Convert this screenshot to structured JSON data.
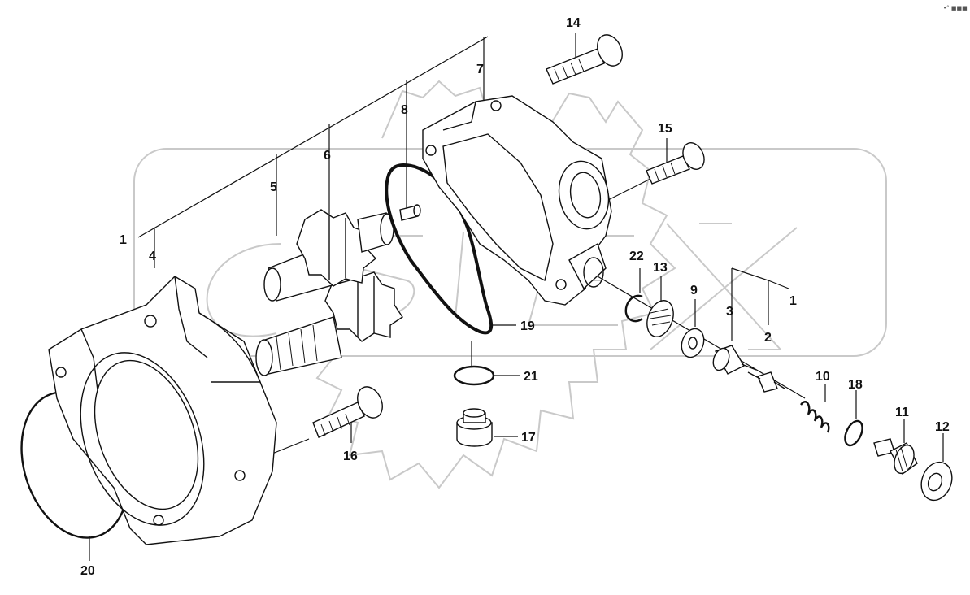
{
  "corner_mark": "•° ■■■",
  "watermark": "CSIEX",
  "callouts": {
    "c1a": "1",
    "c1b": "1",
    "c2": "2",
    "c3": "3",
    "c4": "4",
    "c5": "5",
    "c6": "6",
    "c7": "7",
    "c8": "8",
    "c9": "9",
    "c10": "10",
    "c11": "11",
    "c12": "12",
    "c13": "13",
    "c14": "14",
    "c15": "15",
    "c16": "16",
    "c17": "17",
    "c18": "18",
    "c19": "19",
    "c20": "20",
    "c21": "21",
    "c22": "22"
  }
}
